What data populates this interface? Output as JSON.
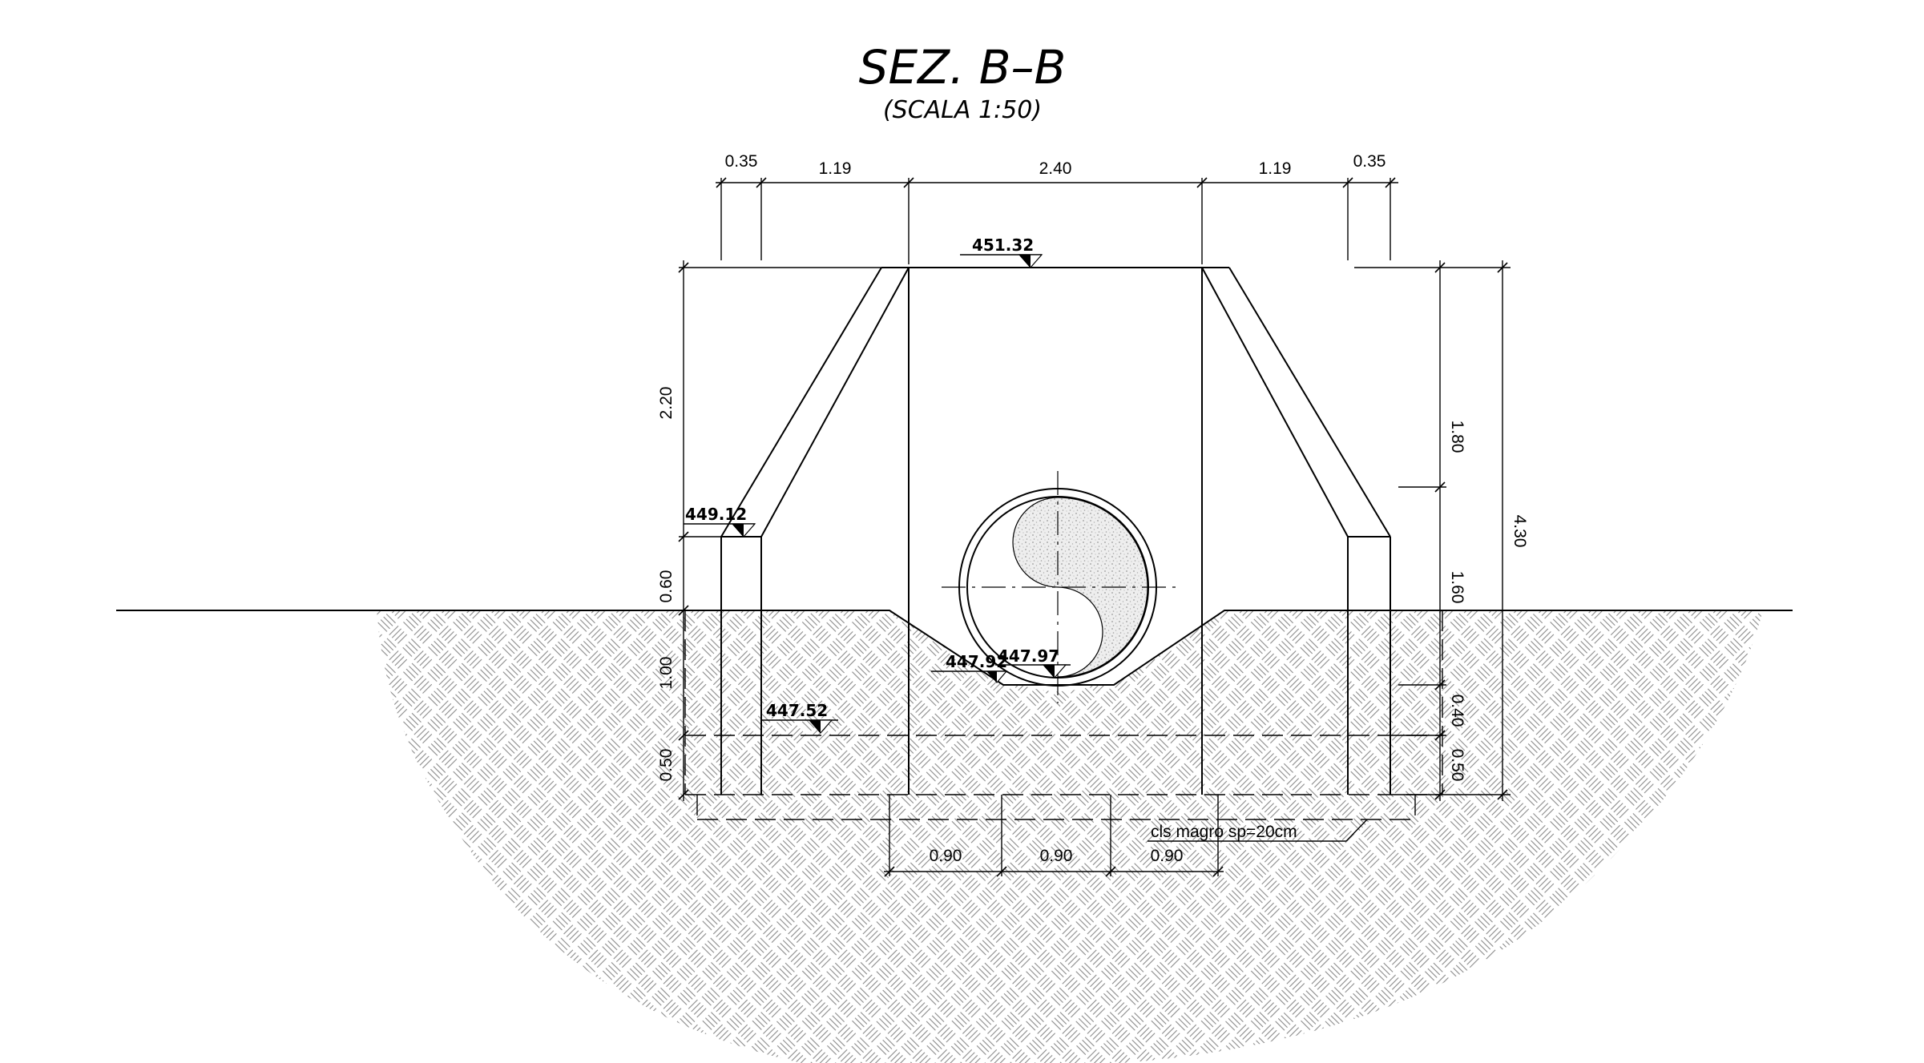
{
  "title": "SEZ. B–B",
  "subtitle": "(SCALA 1:50)",
  "levels": {
    "top": "451.32",
    "left_wall": "449.12",
    "foundation": "447.52",
    "invert_left": "447.92",
    "invert_right": "447.97"
  },
  "dims_top": [
    "0.35",
    "1.19",
    "2.40",
    "1.19",
    "0.35"
  ],
  "dims_left": [
    "2.20",
    "0.60",
    "1.00",
    "0.50"
  ],
  "dims_right": [
    "1.80",
    "1.60",
    "0.40",
    "0.50"
  ],
  "dim_total_right": "4.30",
  "dims_bottom": [
    "0.90",
    "0.90",
    "0.90"
  ],
  "note_lean_concrete": "cls magro sp=20cm",
  "hatch": {
    "soil": "herringbone",
    "pipe_fill": "stipple"
  }
}
